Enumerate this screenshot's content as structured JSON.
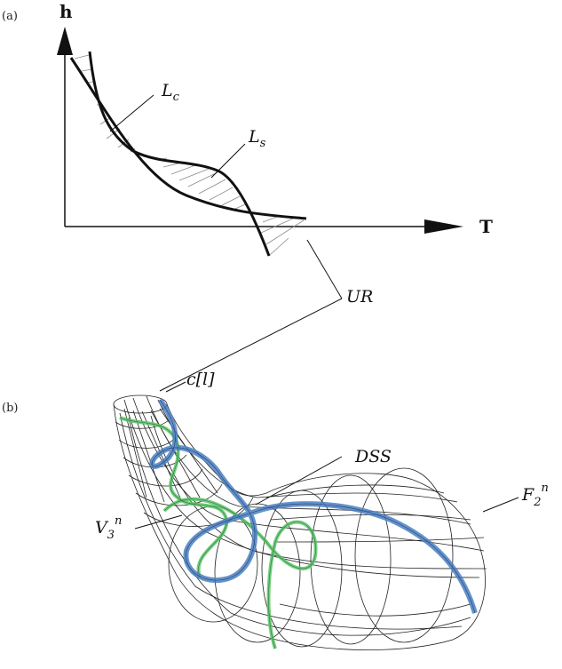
{
  "panel_a": {
    "tag": "(a)",
    "y_axis_label": "h",
    "x_axis_label": "T",
    "curve_lc": {
      "main": "L",
      "sub": "c"
    },
    "curve_ls": {
      "main": "L",
      "sub": "s"
    },
    "region_label": "UR"
  },
  "panel_b": {
    "tag": "(b)",
    "label_cl": "c[l]",
    "label_dss": "DSS",
    "label_f": {
      "main": "F",
      "sub": "2",
      "sup": "n"
    },
    "label_v": {
      "main": "V",
      "sub": "3",
      "sup": "n"
    }
  },
  "colors": {
    "curve": "#111111",
    "mesh": "#222222",
    "blue_band": "#4a7fc0",
    "green_band": "#5cc46a",
    "hatch": "#888888"
  }
}
